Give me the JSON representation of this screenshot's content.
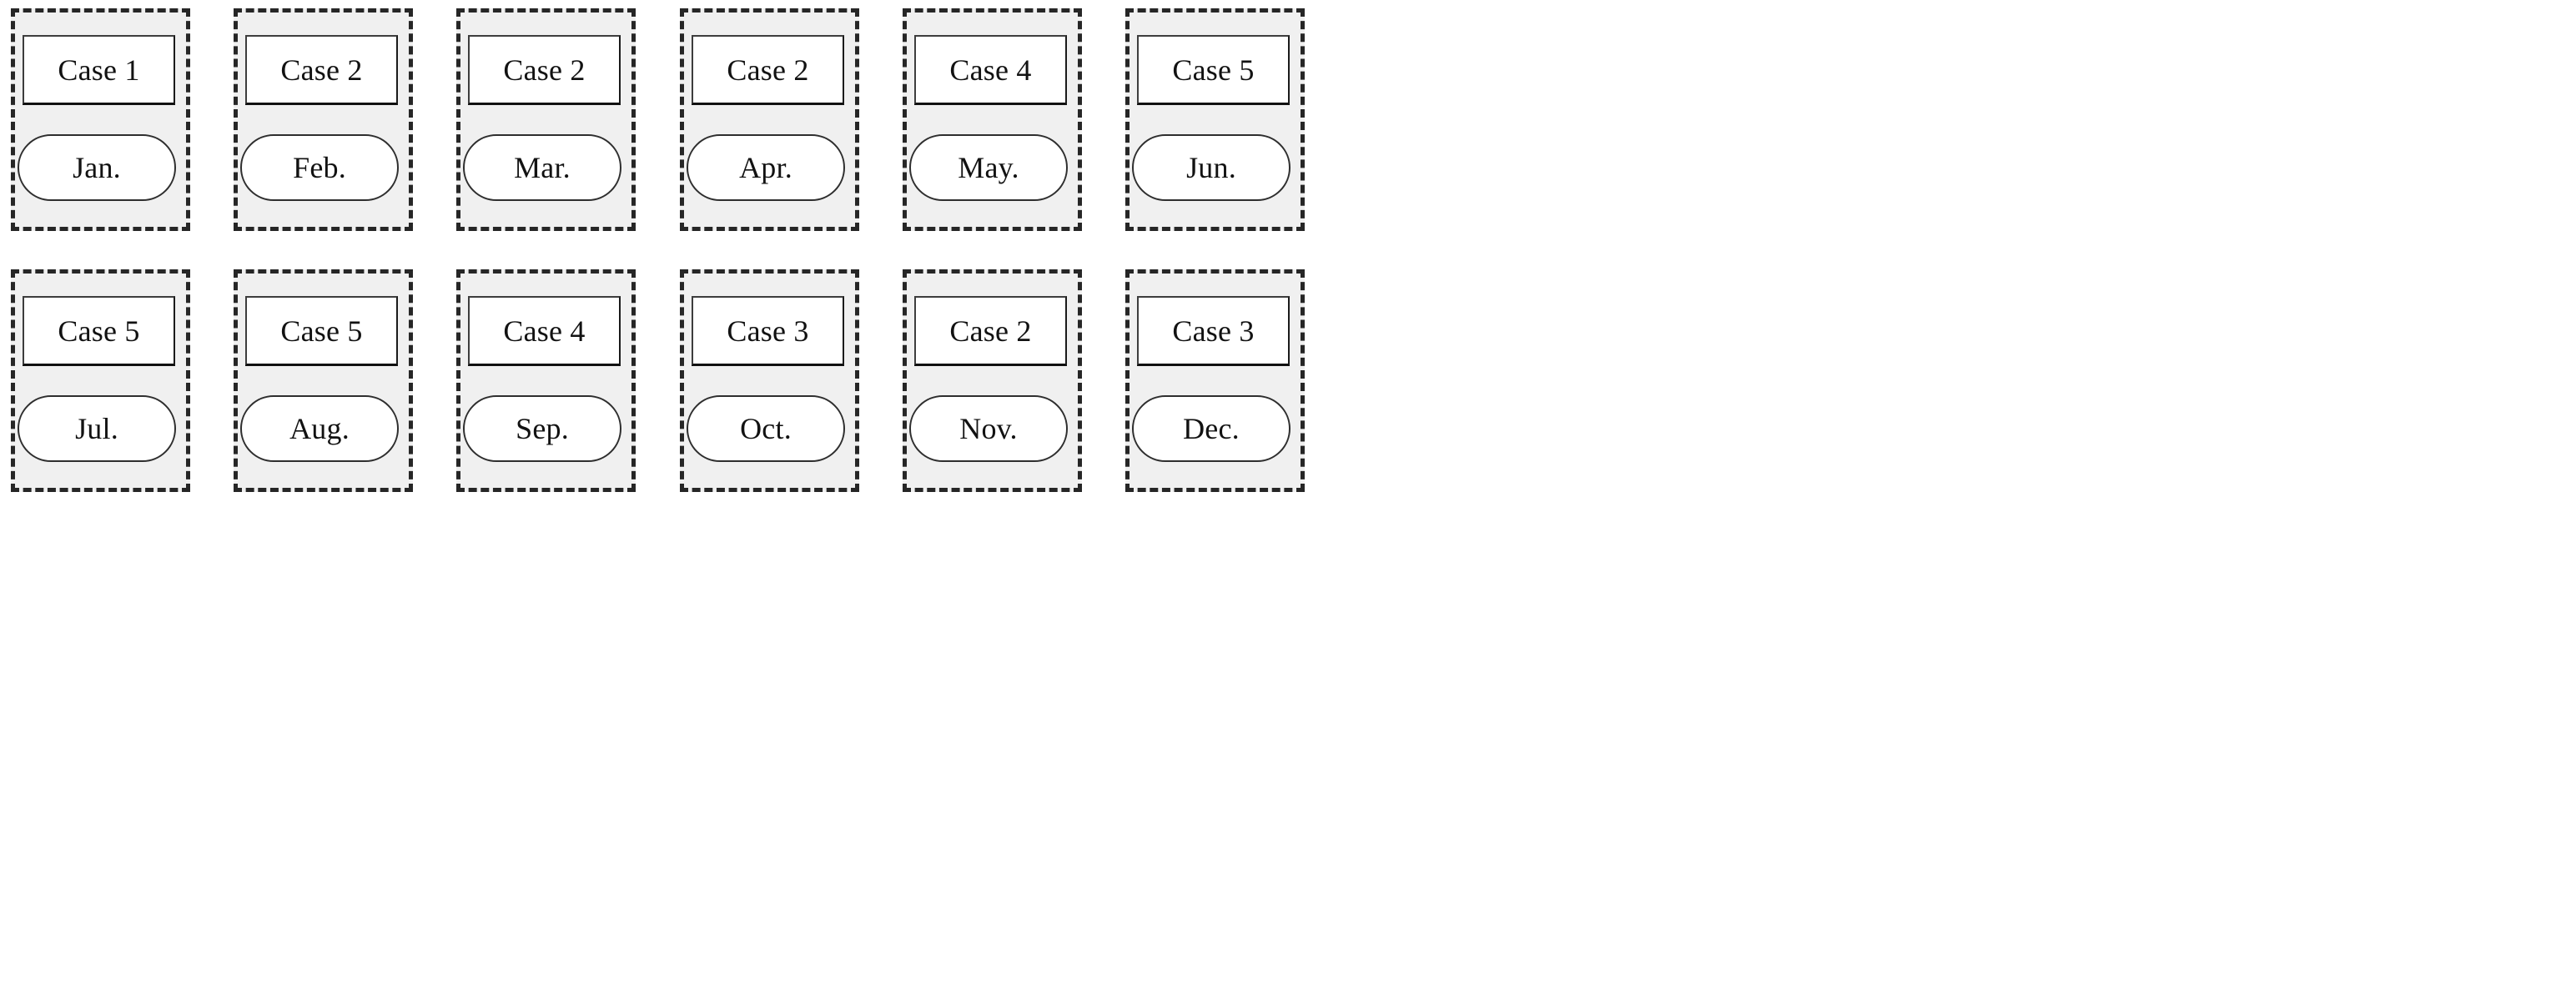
{
  "diagram": {
    "type": "grid-of-cases-by-month",
    "columns": 6,
    "rows": 2,
    "colors": {
      "cell_background": "#f0f0f0",
      "cell_border": "#262626",
      "shape_fill": "#ffffff",
      "shape_border": "#2e2e2e",
      "text": "#121212",
      "page_background": "#ffffff"
    },
    "cells": [
      {
        "case": "Case 1",
        "month": "Jan."
      },
      {
        "case": "Case 2",
        "month": "Feb."
      },
      {
        "case": "Case 2",
        "month": "Mar."
      },
      {
        "case": "Case 2",
        "month": "Apr."
      },
      {
        "case": "Case 4",
        "month": "May."
      },
      {
        "case": "Case 5",
        "month": "Jun."
      },
      {
        "case": "Case 5",
        "month": "Jul."
      },
      {
        "case": "Case 5",
        "month": "Aug."
      },
      {
        "case": "Case 4",
        "month": "Sep."
      },
      {
        "case": "Case 3",
        "month": "Oct."
      },
      {
        "case": "Case 2",
        "month": "Nov."
      },
      {
        "case": "Case 3",
        "month": "Dec."
      }
    ]
  }
}
